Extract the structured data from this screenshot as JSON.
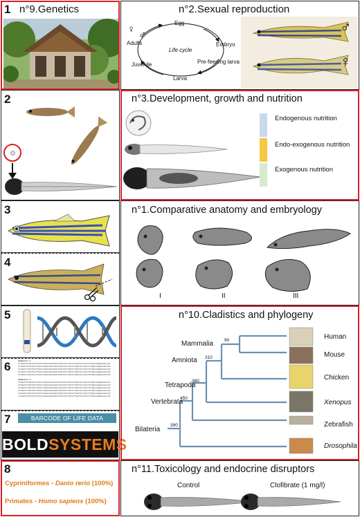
{
  "panels": {
    "p1": {
      "number": "1",
      "title": "n°9.Genetics"
    },
    "p2": {
      "number": "2"
    },
    "p3": {
      "number": "3"
    },
    "p4": {
      "number": "4"
    },
    "p5": {
      "number": "5"
    },
    "p6": {
      "number": "6"
    },
    "p7": {
      "number": "7",
      "bold_banner": "BARCODE OF LIFE DATA SYSTEM",
      "bold_logo_left": "BOLD",
      "bold_logo_right": "SYSTEMS"
    },
    "p8": {
      "number": "8",
      "result1_order": "Cypriniformes",
      "result1_species": "Danio rerio",
      "result1_pct": "(100%)",
      "result2_order": "Primates",
      "result2_species": "Homo sapiens",
      "result2_pct": "(100%)"
    }
  },
  "sexual": {
    "title": "n°2.Sexual reproduction",
    "cycle_center": "Life cycle",
    "stages": [
      "Egg",
      "Embryo",
      "Pre-feeding larva",
      "Larva",
      "Juvenile",
      "Adults"
    ],
    "female_symbol": "♀",
    "male_symbol": "♂"
  },
  "development": {
    "title": "n°3.Development, growth and nutrition",
    "legend": [
      {
        "label": "Endogenous nutrition",
        "color": "#c8d9ee"
      },
      {
        "label": "Endo-exogenous nutrition",
        "color": "#f5c842"
      },
      {
        "label": "Exogenous nutrition",
        "color": "#d6ead0"
      }
    ]
  },
  "anatomy": {
    "title": "n°1.Comparative anatomy and embryology",
    "stages": [
      "I",
      "II",
      "III"
    ]
  },
  "cladistics": {
    "title": "n°10.Cladistics and phylogeny",
    "clades": [
      "Mammalia",
      "Amniota",
      "Tetrapoda",
      "Vertebrata",
      "Bilateria"
    ],
    "ages": [
      "90",
      "310",
      "360",
      "450",
      "390"
    ],
    "taxa": [
      "Human",
      "Mouse",
      "Chicken",
      "Xenopus",
      "Zebrafish",
      "Drosophila"
    ]
  },
  "toxicology": {
    "title": "n°11.Toxicology and endocrine disruptors",
    "control": "Control",
    "treated": "Clofibrate (1 mg/l)"
  },
  "sequences": {
    "header1": "Sequence 1",
    "header2": "Sequence 2",
    "line": "CCTAGTCCTACTGCTTACCCTAGCCGGCTGACTTGCACCCTATCCTGATTCCCACCTCTAGCCGAGGCACCCAT"
  }
}
